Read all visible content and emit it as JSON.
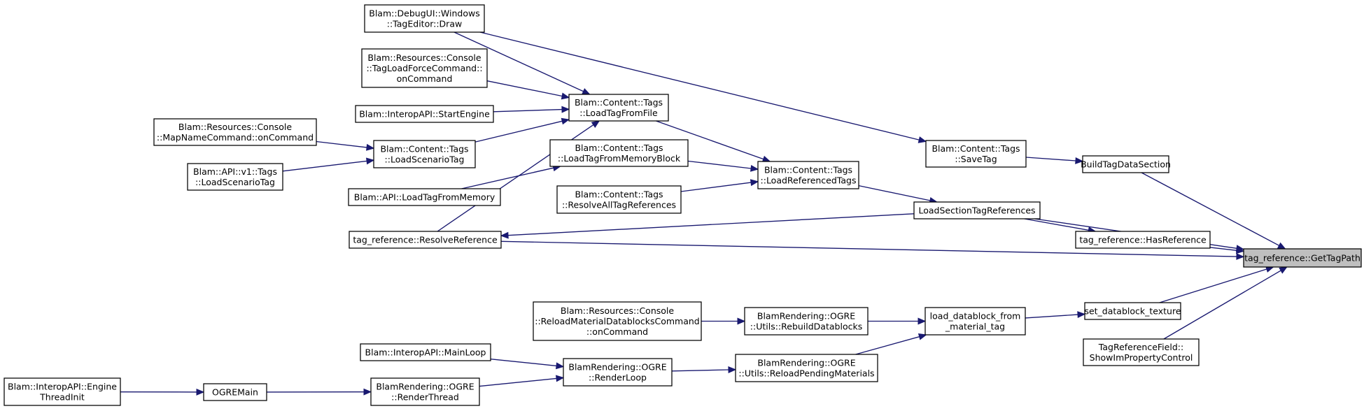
{
  "graph": {
    "nodes": [
      {
        "id": "get_tag_path",
        "lines": [
          "tag_reference::GetTagPath"
        ],
        "focus": true
      },
      {
        "id": "build_tag_data_section",
        "lines": [
          "BuildTagDataSection"
        ]
      },
      {
        "id": "load_section_tag_references",
        "lines": [
          "LoadSectionTagReferences"
        ]
      },
      {
        "id": "has_reference",
        "lines": [
          "tag_reference::HasReference"
        ]
      },
      {
        "id": "resolve_reference",
        "lines": [
          "tag_reference::ResolveReference"
        ]
      },
      {
        "id": "set_datablock_texture",
        "lines": [
          "set_datablock_texture"
        ]
      },
      {
        "id": "tag_reference_field_show",
        "lines": [
          "TagReferenceField::",
          "ShowImPropertyControl"
        ]
      },
      {
        "id": "save_tag",
        "lines": [
          "Blam::Content::Tags",
          "::SaveTag"
        ]
      },
      {
        "id": "load_referenced_tags",
        "lines": [
          "Blam::Content::Tags",
          "::LoadReferencedTags"
        ]
      },
      {
        "id": "tag_editor_draw",
        "lines": [
          "Blam::DebugUI::Windows",
          "::TagEditor::Draw"
        ]
      },
      {
        "id": "load_tag_from_file",
        "lines": [
          "Blam::Content::Tags",
          "::LoadTagFromFile"
        ]
      },
      {
        "id": "load_tag_from_memory_block",
        "lines": [
          "Blam::Content::Tags",
          "::LoadTagFromMemoryBlock"
        ]
      },
      {
        "id": "resolve_all_tag_references",
        "lines": [
          "Blam::Content::Tags",
          "::ResolveAllTagReferences"
        ]
      },
      {
        "id": "tag_load_force_command",
        "lines": [
          "Blam::Resources::Console",
          "::TagLoadForceCommand::",
          "onCommand"
        ]
      },
      {
        "id": "interop_start_engine",
        "lines": [
          "Blam::InteropAPI::StartEngine"
        ]
      },
      {
        "id": "load_scenario_tag",
        "lines": [
          "Blam::Content::Tags",
          "::LoadScenarioTag"
        ]
      },
      {
        "id": "map_name_command",
        "lines": [
          "Blam::Resources::Console",
          "::MapNameCommand::onCommand"
        ]
      },
      {
        "id": "api_v1_load_scenario_tag",
        "lines": [
          "Blam::API::v1::Tags",
          "::LoadScenarioTag"
        ]
      },
      {
        "id": "api_load_tag_from_memory",
        "lines": [
          "Blam::API::LoadTagFromMemory"
        ]
      },
      {
        "id": "load_datablock_from_material_tag",
        "lines": [
          "load_datablock_from",
          "_material_tag"
        ]
      },
      {
        "id": "rebuild_datablocks",
        "lines": [
          "BlamRendering::OGRE",
          "::Utils::RebuildDatablocks"
        ]
      },
      {
        "id": "reload_pending_materials",
        "lines": [
          "BlamRendering::OGRE",
          "::Utils::ReloadPendingMaterials"
        ]
      },
      {
        "id": "reload_material_datablocks_command",
        "lines": [
          "Blam::Resources::Console",
          "::ReloadMaterialDatablocksCommand",
          "::onCommand"
        ]
      },
      {
        "id": "render_loop",
        "lines": [
          "BlamRendering::OGRE",
          "::RenderLoop"
        ]
      },
      {
        "id": "interop_main_loop",
        "lines": [
          "Blam::InteropAPI::MainLoop"
        ]
      },
      {
        "id": "render_thread",
        "lines": [
          "BlamRendering::OGRE",
          "::RenderThread"
        ]
      },
      {
        "id": "ogre_main",
        "lines": [
          "OGREMain"
        ]
      },
      {
        "id": "interop_engine_thread_init",
        "lines": [
          "Blam::InteropAPI::Engine",
          "ThreadInit"
        ]
      }
    ],
    "edges": [
      {
        "from": "build_tag_data_section",
        "to": "get_tag_path"
      },
      {
        "from": "load_section_tag_references",
        "to": "get_tag_path"
      },
      {
        "from": "has_reference",
        "to": "get_tag_path"
      },
      {
        "from": "resolve_reference",
        "to": "get_tag_path"
      },
      {
        "from": "set_datablock_texture",
        "to": "get_tag_path"
      },
      {
        "from": "tag_reference_field_show",
        "to": "get_tag_path"
      },
      {
        "from": "save_tag",
        "to": "build_tag_data_section"
      },
      {
        "from": "load_referenced_tags",
        "to": "load_section_tag_references"
      },
      {
        "from": "load_section_tag_references",
        "to": "has_reference"
      },
      {
        "from": "load_section_tag_references",
        "to": "resolve_reference"
      },
      {
        "from": "tag_editor_draw",
        "to": "save_tag"
      },
      {
        "from": "tag_editor_draw",
        "to": "load_tag_from_file"
      },
      {
        "from": "load_tag_from_file",
        "to": "load_referenced_tags"
      },
      {
        "from": "load_tag_from_memory_block",
        "to": "load_referenced_tags"
      },
      {
        "from": "resolve_all_tag_references",
        "to": "load_referenced_tags"
      },
      {
        "from": "tag_load_force_command",
        "to": "load_tag_from_file"
      },
      {
        "from": "interop_start_engine",
        "to": "load_tag_from_file"
      },
      {
        "from": "load_scenario_tag",
        "to": "load_tag_from_file"
      },
      {
        "from": "resolve_reference",
        "to": "load_tag_from_file"
      },
      {
        "from": "map_name_command",
        "to": "load_scenario_tag"
      },
      {
        "from": "api_v1_load_scenario_tag",
        "to": "load_scenario_tag"
      },
      {
        "from": "api_load_tag_from_memory",
        "to": "load_tag_from_memory_block"
      },
      {
        "from": "load_datablock_from_material_tag",
        "to": "set_datablock_texture"
      },
      {
        "from": "rebuild_datablocks",
        "to": "load_datablock_from_material_tag"
      },
      {
        "from": "reload_pending_materials",
        "to": "load_datablock_from_material_tag"
      },
      {
        "from": "reload_material_datablocks_command",
        "to": "rebuild_datablocks"
      },
      {
        "from": "render_loop",
        "to": "reload_pending_materials"
      },
      {
        "from": "interop_main_loop",
        "to": "render_loop"
      },
      {
        "from": "render_thread",
        "to": "render_loop"
      },
      {
        "from": "ogre_main",
        "to": "render_thread"
      },
      {
        "from": "interop_engine_thread_init",
        "to": "ogre_main"
      }
    ]
  },
  "colors": {
    "edge": "#191970",
    "focus_fill": "#bfbfbf",
    "node_fill": "#ffffff",
    "node_stroke": "#000000"
  }
}
